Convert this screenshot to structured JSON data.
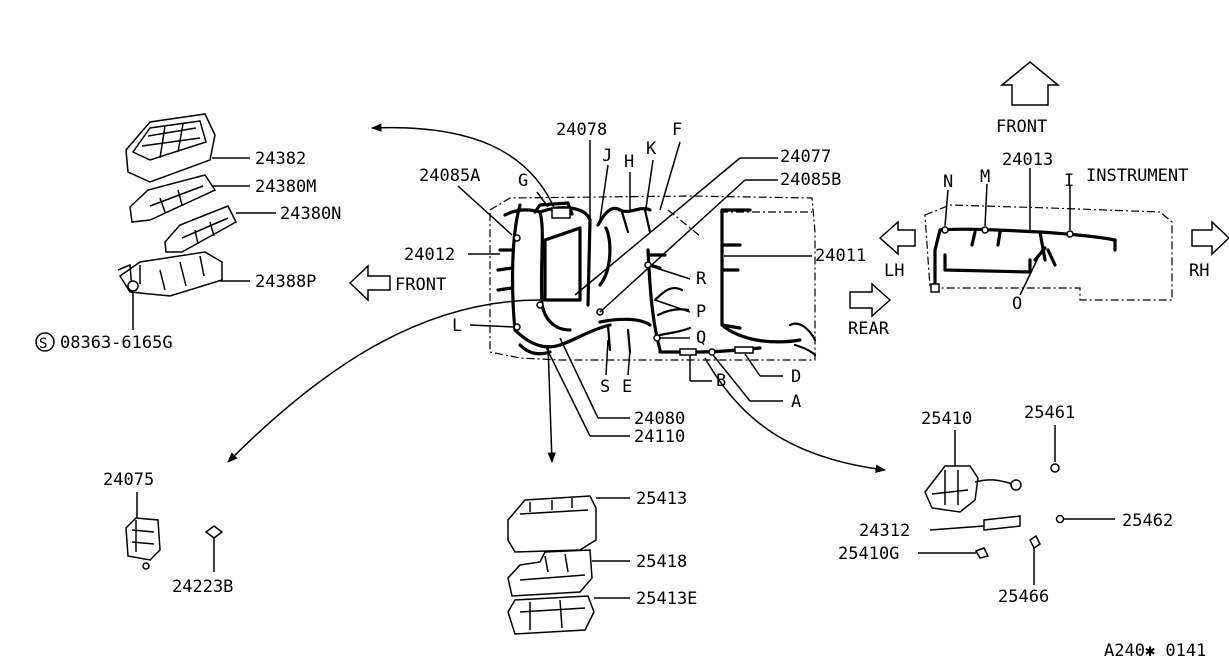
{
  "figure_code": "A240✱ 0141",
  "labels": {
    "p24382": "24382",
    "p24380M": "24380M",
    "p24380N": "24380N",
    "p24388P": "24388P",
    "bolt": "08363-6165G",
    "bolt_symbol": "S",
    "front_left": "FRONT",
    "p24085A": "24085A",
    "G": "G",
    "p24012": "24012",
    "L": "L",
    "p24078": "24078",
    "J": "J",
    "H": "H",
    "K": "K",
    "F": "F",
    "p24077": "24077",
    "p24085B": "24085B",
    "p24011": "24011",
    "R": "R",
    "P": "P",
    "Q": "Q",
    "S": "S",
    "E": "E",
    "B": "B",
    "D": "D",
    "A": "A",
    "p24080": "24080",
    "p24110": "24110",
    "LH": "LH",
    "REAR": "REAR",
    "front_top": "FRONT",
    "p24013": "24013",
    "N": "N",
    "M": "M",
    "I": "I",
    "instrument": "INSTRUMENT",
    "RH": "RH",
    "O": "O",
    "p24075": "24075",
    "p24223B": "24223B",
    "p25413": "25413",
    "p25418": "25418",
    "p25413E": "25413E",
    "p25410": "25410",
    "p25461": "25461",
    "p24312": "24312",
    "p25462": "25462",
    "p25410G": "25410G",
    "p25466": "25466"
  }
}
